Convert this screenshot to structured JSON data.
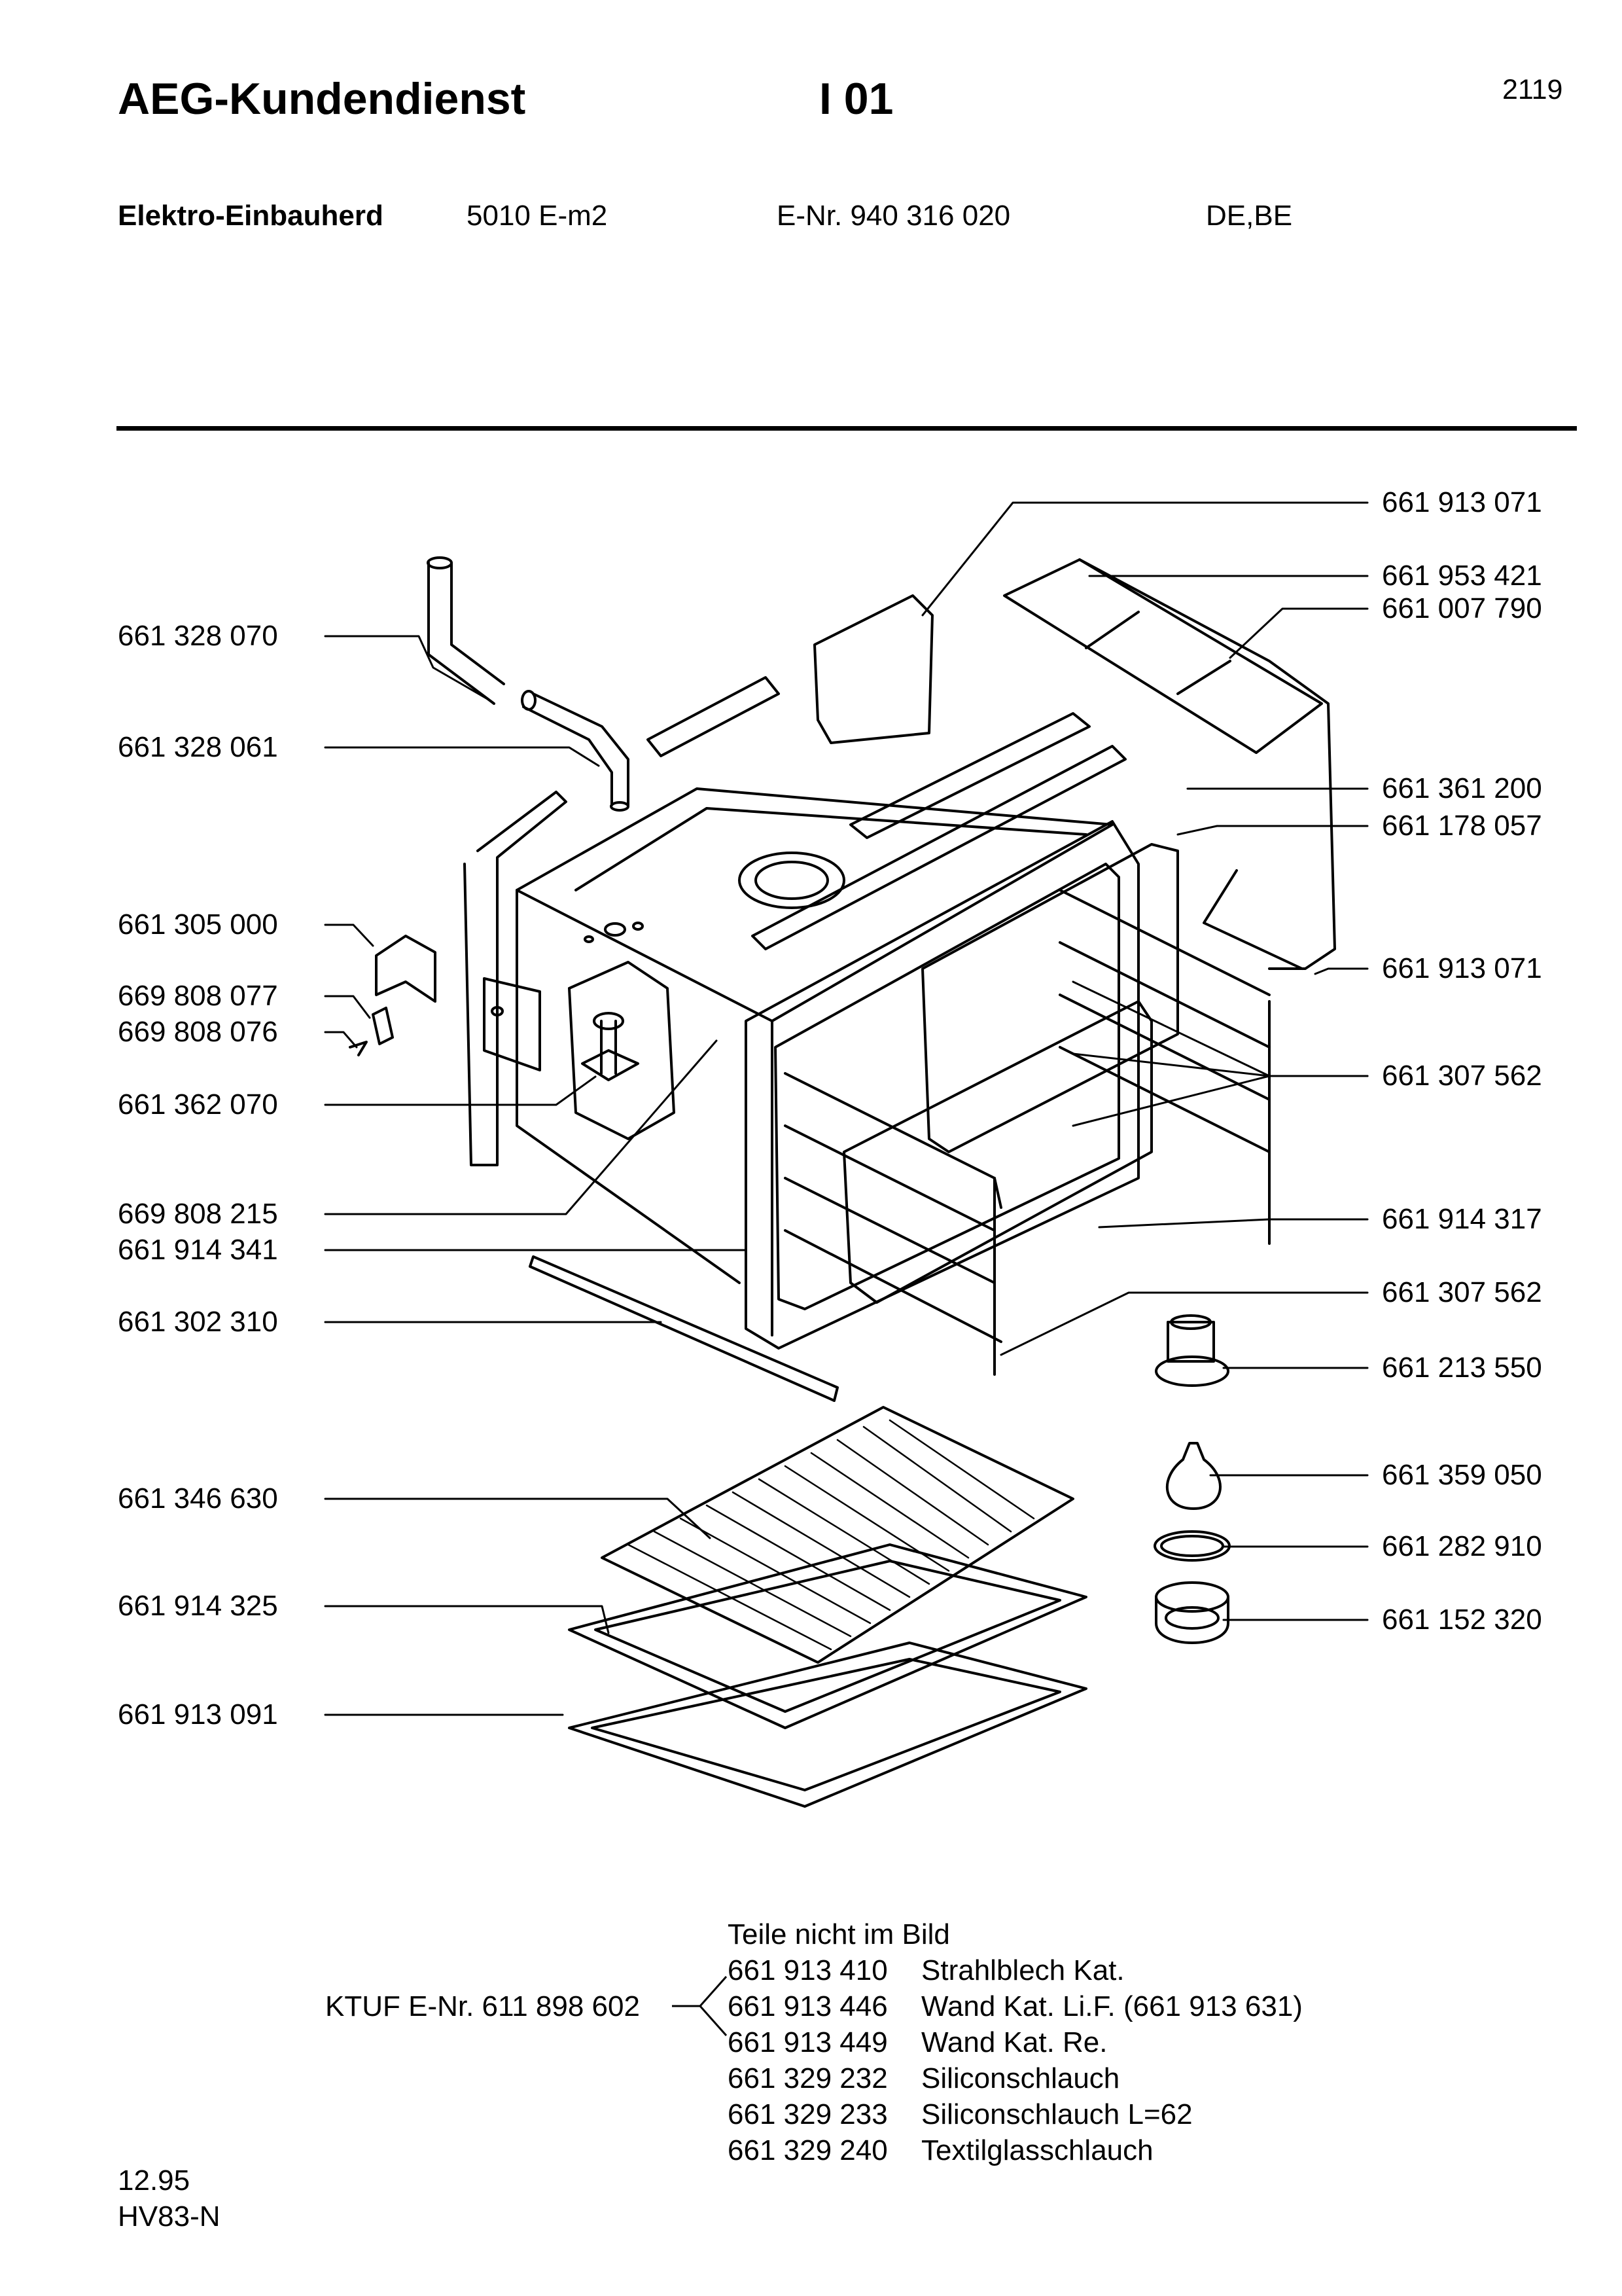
{
  "header": {
    "brand": "AEG-Kundendienst",
    "section": "I 01",
    "page_number": "2119",
    "product": "Elektro-Einbauherd",
    "model": "5010 E-m2",
    "e_nr": "E-Nr. 940 316 020",
    "countries": "DE,BE"
  },
  "left_labels": [
    "661 328 070",
    "661 328 061",
    "661 305 000",
    "669 808 077",
    "669 808 076",
    "661 362 070",
    "669 808 215",
    "661 914 341",
    "661 302 310",
    "661 346 630",
    "661 914 325",
    "661 913 091"
  ],
  "right_labels": [
    "661 913 071",
    "661 953 421",
    "661 007 790",
    "661 361 200",
    "661 178 057",
    "661 913 071",
    "661 307 562",
    "661 914 317",
    "661 307 562",
    "661 213 550",
    "661 359 050",
    "661 282 910",
    "661 152 320"
  ],
  "parts_not_shown": {
    "heading": "Teile nicht im Bild",
    "ktuf": "KTUF  E-Nr. 611 898 602",
    "items": [
      {
        "number": "661 913 410",
        "description": "Strahlblech Kat."
      },
      {
        "number": "661 913 446",
        "description": "Wand Kat. Li.F. (661 913 631)"
      },
      {
        "number": "661 913 449",
        "description": "Wand Kat. Re."
      },
      {
        "number": "661 329 232",
        "description": "Siliconschlauch"
      },
      {
        "number": "661 329 233",
        "description": "Siliconschlauch  L=62"
      },
      {
        "number": "661 329 240",
        "description": "Textilglasschlauch"
      }
    ]
  },
  "footer": {
    "date": "12.95",
    "code": "HV83-N"
  }
}
